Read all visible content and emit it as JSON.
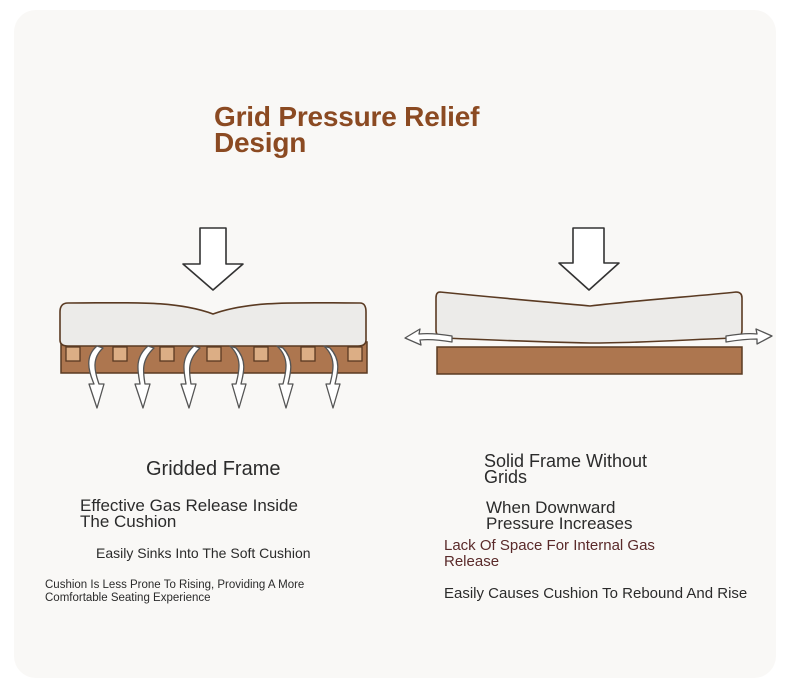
{
  "title": "Grid Pressure Relief\nDesign",
  "left_panel": {
    "heading": "Gridded Frame",
    "points": [
      "Effective Gas Release Inside\nThe Cushion",
      "Easily Sinks Into The Soft Cushion",
      "Cushion Is Less Prone To Rising, Providing A More\nComfortable Seating Experience"
    ]
  },
  "right_panel": {
    "heading": "Solid Frame Without\nGrids",
    "points": [
      "When Downward\nPressure Increases",
      "Lack Of Space For Internal Gas\nRelease",
      "Easily Causes Cushion To Rebound And Rise"
    ]
  },
  "colors": {
    "title": "#8b4a22",
    "frame": "#ad764f",
    "cushion": "#ecebe9",
    "outline": "#5a3a22",
    "accent_text": "#5a2a2a"
  },
  "icons": [
    "down-arrow-icon",
    "air-flow-arrow-icon"
  ]
}
